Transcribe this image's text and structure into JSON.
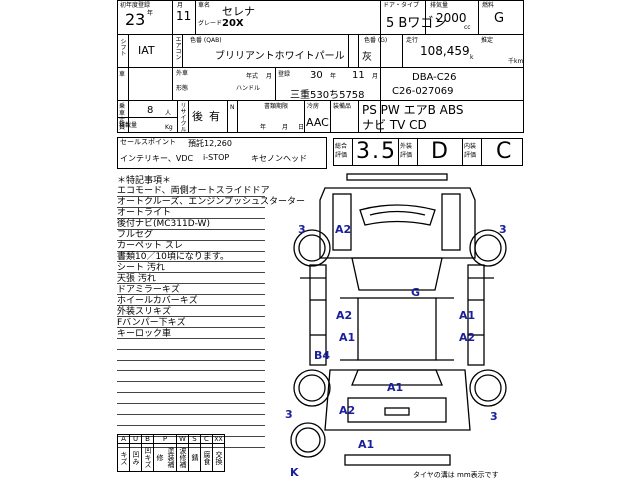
{
  "header": {
    "first_reg_label": "初年度登録",
    "year_label": "年",
    "first_reg_value": "23",
    "month_label": "月",
    "month_value": "11",
    "name_label": "車名",
    "name_value": "セレナ",
    "grade_label": "グレード",
    "grade_value": "20X",
    "door_type_label": "ドア・タイプ",
    "door_type_value": "5 Bワゴン",
    "displacement_label": "排気量",
    "displacement_value": "2000",
    "displacement_unit": "cc",
    "fuel_label": "燃料",
    "fuel_value": "G"
  },
  "row2": {
    "shift_label": "シフト",
    "shift_value": "IAT",
    "ac_label": "エアコン",
    "color_label": "色番 (QAB)",
    "color_value": "ブリリアントホワイトパール",
    "interior_color_label": "色番 (G)",
    "interior_color_value": "灰",
    "mileage_label": "走行",
    "mileage_value": "108,459",
    "mileage_unit_small": "k",
    "mileage_unit": "千km",
    "estimate_label": "推定"
  },
  "row3": {
    "import_label": "車",
    "outside_label": "外車",
    "model_year_label": "年式",
    "model_year_month": "月",
    "type_label": "形態",
    "handle_label": "ハンドル",
    "reg_label": "登録",
    "reg_year": "30",
    "reg_year_unit": "年",
    "reg_month": "11",
    "reg_month_unit": "月",
    "plate_value": "三重530ち5758",
    "model_code": "DBA-C26",
    "chassis_code": "C26-027069"
  },
  "row4": {
    "capacity_label": "乗車定員",
    "capacity_value": "8",
    "capacity_unit": "人",
    "payload_label": "積載量",
    "payload_unit": "Kg",
    "recycle_label": "リサイクル",
    "recycle_rear": "後",
    "recycle_has": "有",
    "nav_label": "N",
    "docs_label": "書類期限",
    "docs_year": "年",
    "docs_month": "月",
    "docs_day": "日",
    "aircon_label": "冷房",
    "aircon_value": "AAC",
    "equip_label": "装備品",
    "equip_line1": "PS PW エアB ABS",
    "equip_line2": "ナビ TV CD"
  },
  "sales": {
    "title": "セールスポイント",
    "line1": "預託12,260",
    "line2a": "インテリキー、VDC",
    "line2b": "i-STOP",
    "line2c": "キセノンヘッド"
  },
  "scores": {
    "overall_label_1": "総合",
    "overall_label_2": "評価",
    "overall_value": "3.5",
    "exterior_label_1": "外装",
    "exterior_label_2": "評価",
    "exterior_value": "D",
    "interior_label_1": "内装",
    "interior_label_2": "評価",
    "interior_value": "C"
  },
  "notes": {
    "title": "＊特記事項＊",
    "items": [
      "エコモード、両側オートスライドドア",
      "オートクルーズ、エンジンプッシュスターター",
      "オートライト",
      "後付ナビ(MC311D-W)",
      "フルセグ",
      "カーペット スレ",
      "書類10／10頃になります。",
      "シート 汚れ",
      "天張 汚れ",
      "ドアミラーキズ",
      "ホイールカバーキズ",
      "外装スリキズ",
      "Fバンパー下キズ",
      "キーロック車"
    ]
  },
  "legend": {
    "letters": [
      "A",
      "U",
      "B",
      "P",
      "W",
      "S",
      "C",
      "XX"
    ],
    "words": [
      "キズ",
      "凹み",
      "凹キズ",
      "塗装補修",
      "波修補",
      "錆",
      "腐食",
      "交換"
    ]
  },
  "diagram": {
    "marks": [
      "3",
      "A2",
      "3",
      "G",
      "A2",
      "A1",
      "A1",
      "A2",
      "B4",
      "A1",
      "3",
      "A2",
      "3",
      "A1",
      "K"
    ],
    "tire_note": "タイヤの溝は mm表示です"
  }
}
